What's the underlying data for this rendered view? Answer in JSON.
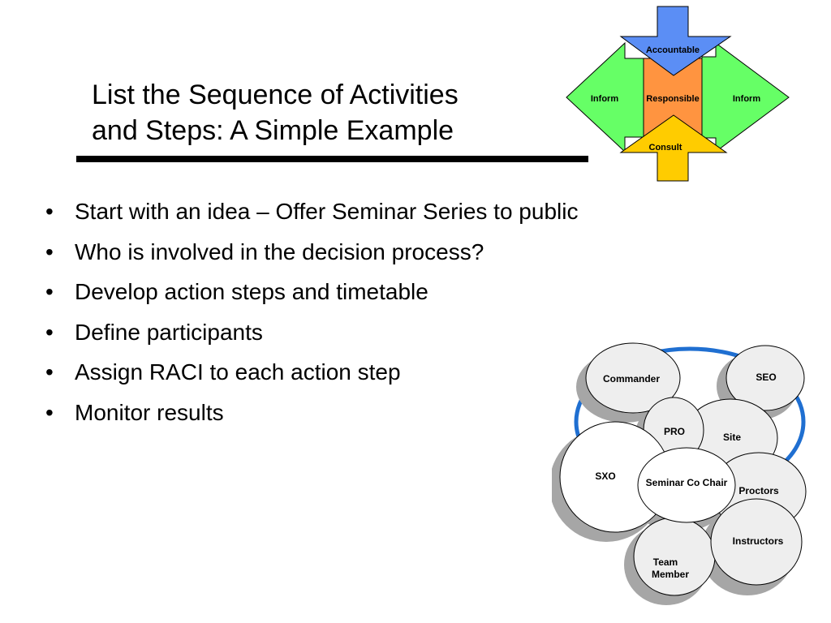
{
  "title": {
    "line1": "List the Sequence of Activities",
    "line2": "and Steps: A Simple Example"
  },
  "bullets": [
    "Start with an idea – Offer Seminar Series to public",
    "Who is involved in the decision process?",
    "Develop action steps and timetable",
    "Define participants",
    "Assign RACI to each action step",
    "Monitor results"
  ],
  "raci_diagram": {
    "top": "Accountable",
    "left": "Inform",
    "center": "Responsible",
    "right": "Inform",
    "bottom": "Consult",
    "colors": {
      "top": "#5b8ef5",
      "left": "#66ff66",
      "right": "#66ff66",
      "center": "#ff9440",
      "bottom": "#ffcc00"
    }
  },
  "roles_diagram": {
    "roles": {
      "commander": "Commander",
      "seo": "SEO",
      "pro": "PRO",
      "site": "Site",
      "sxo": "SXO",
      "seminar_co_chair": "Seminar Co Chair",
      "proctors": "Proctors",
      "instructors": "Instructors",
      "team_member_1": "Team",
      "team_member_2": "Member"
    },
    "ring_color": "#1f6fd1",
    "fill_color": "#eeeeee",
    "shadow_color": "#a6a6a6"
  }
}
